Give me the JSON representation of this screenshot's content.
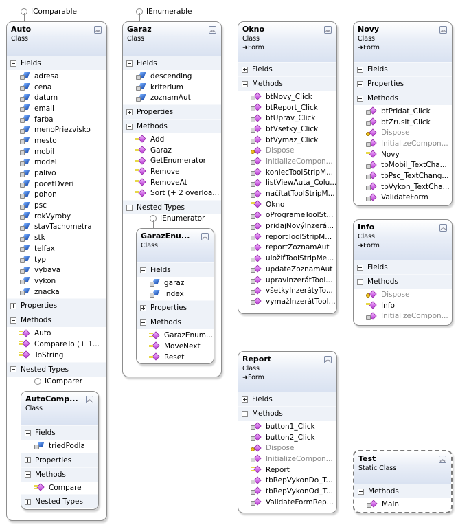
{
  "labels": {
    "fields": "Fields",
    "properties": "Properties",
    "methods": "Methods",
    "nested_types": "Nested Types",
    "collapse_glyph": "⌃"
  },
  "icons": {
    "field": "private-field-icon",
    "method_public": "public-method-icon",
    "method_private": "private-method-icon",
    "method_protected": "protected-method-icon",
    "interface": "interface-lollipop-icon",
    "inherits": "inheritance-arrow-icon",
    "collapse": "double-chevron-up-icon",
    "expand": "plus-box-icon",
    "collapse_section": "minus-box-icon"
  },
  "colors": {
    "header_gradient_end": "#d9e2f1",
    "section_bg": "#eef2f8",
    "border": "#8d8d8d",
    "grey_text": "#8a8a8a",
    "method_icon": "#b93bd4",
    "field_icon": "#1c4fb0"
  },
  "classes": {
    "auto": {
      "name": "Auto",
      "kind": "Class",
      "interface": "IComparable",
      "fields": [
        "adresa",
        "cena",
        "datum",
        "email",
        "farba",
        "menoPriezvisko",
        "mesto",
        "mobil",
        "model",
        "palivo",
        "pocetDveri",
        "pohon",
        "psc",
        "rokVyroby",
        "stavTachometra",
        "stk",
        "telfax",
        "typ",
        "vybava",
        "vykon",
        "znacka"
      ],
      "methods": [
        "Auto",
        "CompareTo (+ 1...",
        "ToString"
      ]
    },
    "autocomparer": {
      "name": "AutoComp...",
      "kind": "Class",
      "interface": "IComparer",
      "fields": [
        "triedPodla"
      ],
      "methods": [
        "Compare"
      ]
    },
    "garaz": {
      "name": "Garaz",
      "kind": "Class",
      "interface": "IEnumerable",
      "fields": [
        "descending",
        "kriterium",
        "zoznamAut"
      ],
      "methods": [
        "Add",
        "Garaz",
        "GetEnumerator",
        "Remove",
        "RemoveAt",
        "Sort (+ 2 overloa..."
      ]
    },
    "garazenum": {
      "name": "GarazEnu...",
      "kind": "Class",
      "interface": "IEnumerator",
      "fields": [
        "garaz",
        "index"
      ],
      "methods": [
        "GarazEnum...",
        "MoveNext",
        "Reset"
      ]
    },
    "okno": {
      "name": "Okno",
      "kind": "Class",
      "base": "Form",
      "methods": [
        "btNovy_Click",
        "btReport_Click",
        "btUprav_Click",
        "btVsetky_Click",
        "btVymaz_Click",
        "Dispose",
        "InitializeCompon...",
        "koniecToolStripM...",
        "listViewAuta_Colu...",
        "načítaťToolStripM...",
        "Okno",
        "oProgrameToolSt...",
        "pridajNovýInzerá...",
        "reportToolStripM...",
        "reportZoznamAut",
        "uložiťToolStripMe...",
        "updateZoznamAut",
        "upravInzerátTool...",
        "všetkyInzerátyTo...",
        "vymažInzerátTool..."
      ]
    },
    "novy": {
      "name": "Novy",
      "kind": "Class",
      "base": "Form",
      "methods": [
        "btPridat_Click",
        "btZrusit_Click",
        "Dispose",
        "InitializeCompon...",
        "Novy",
        "tbMobil_TextCha...",
        "tbPsc_TextChang...",
        "tbVykon_TextCha...",
        "ValidateForm"
      ]
    },
    "info": {
      "name": "Info",
      "kind": "Class",
      "base": "Form",
      "methods": [
        "Dispose",
        "Info",
        "InitializeCompon..."
      ]
    },
    "report": {
      "name": "Report",
      "kind": "Class",
      "base": "Form",
      "methods": [
        "button1_Click",
        "button2_Click",
        "Dispose",
        "InitializeCompon...",
        "Report",
        "tbRepVykonDo_T...",
        "tbRepVykonOd_T...",
        "ValidateFormRep..."
      ]
    },
    "test": {
      "name": "Test",
      "kind": "Static Class",
      "methods": [
        "Main"
      ]
    }
  }
}
